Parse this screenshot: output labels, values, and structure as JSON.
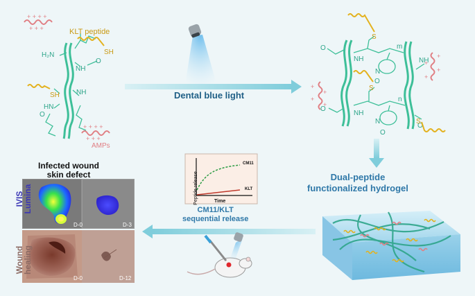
{
  "labels": {
    "klt_peptide": "KLT peptide",
    "amps": "AMPs",
    "dental_blue_light": "Dental blue light",
    "dual_line1": "Dual-peptide",
    "dual_line2": "functionalized hydrogel",
    "seq_line1": "CM11/KLT",
    "seq_line2": "sequential release",
    "infected_line1": "Infected wound",
    "infected_line2": "skin defect",
    "ivis_line1": "IVIS",
    "ivis_line2": "Lumina",
    "wound_line1": "Wound",
    "wound_line2": "healing"
  },
  "chemistry": {
    "nh2": "H₂N",
    "sh": "SH",
    "hn": "HN",
    "nh": "NH",
    "s": "S",
    "o": "O",
    "n": "N",
    "m": "m",
    "n_sub": "n"
  },
  "release_graph": {
    "ylabel": "Peptide release",
    "xlabel": "Time",
    "curve_top": "CM11",
    "curve_bottom": "KLT"
  },
  "panels": {
    "ivis_d0": "D-0",
    "ivis_d3": "D-3",
    "wound_d0": "D-0",
    "wound_d12": "D-12"
  },
  "colors": {
    "backbone": "#3dbf98",
    "klt": "#e3b21f",
    "amp": "#e07f84",
    "arrow": "#8fd3de",
    "hydrogel": "#a9dcef"
  }
}
